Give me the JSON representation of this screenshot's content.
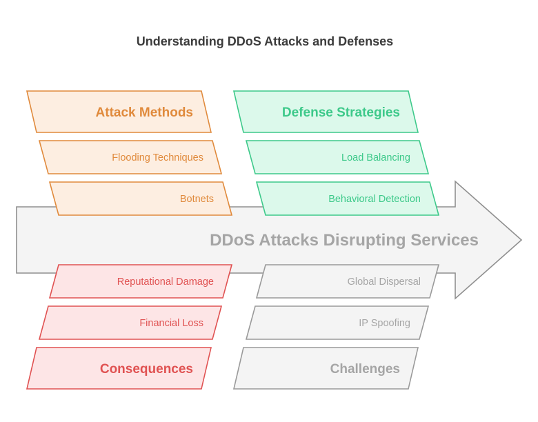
{
  "title": "Understanding DDoS Attacks and Defenses",
  "spine": {
    "label": "DDoS Attacks Disrupting Services"
  },
  "colors": {
    "orange_fill": "#fdeee1",
    "orange_stroke": "#e08a3c",
    "orange_text": "#e08a3c",
    "green_fill": "#dcf9eb",
    "green_stroke": "#3dc98a",
    "green_text": "#3dc98a",
    "red_fill": "#fde5e6",
    "red_stroke": "#e05252",
    "red_text": "#e05252",
    "gray_fill": "#f4f4f4",
    "gray_stroke": "#9a9a9a",
    "gray_text": "#a5a5a5",
    "spine_fill": "#f4f4f4",
    "spine_stroke": "#8f8f8f"
  },
  "categories": {
    "attack_methods": {
      "label": "Attack Methods",
      "items": [
        "Flooding Techniques",
        "Botnets"
      ]
    },
    "defense_strategies": {
      "label": "Defense Strategies",
      "items": [
        "Load Balancing",
        "Behavioral Detection"
      ]
    },
    "consequences": {
      "label": "Consequences",
      "items": [
        "Reputational Damage",
        "Financial Loss"
      ]
    },
    "challenges": {
      "label": "Challenges",
      "items": [
        "Global Dispersal",
        "IP Spoofing"
      ]
    }
  }
}
